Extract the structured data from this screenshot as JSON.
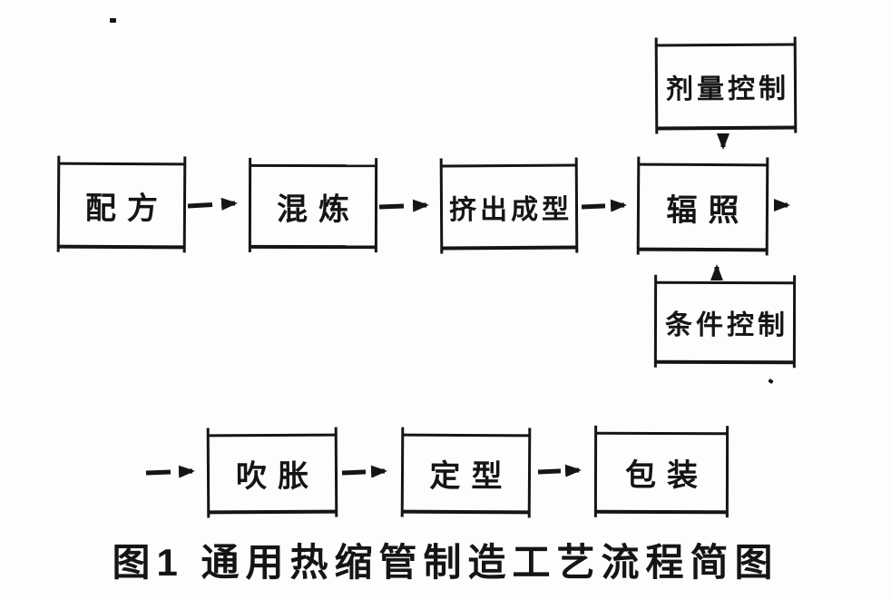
{
  "colors": {
    "ink": "#151515",
    "paper": "#fdfdfd"
  },
  "caption": "图1 通用热缩管制造工艺流程简图",
  "flow": {
    "steps": {
      "formula": "配方",
      "mixing": "混炼",
      "extrusion": "挤出成型",
      "irradiation": "辐照",
      "inflation": "吹胀",
      "shaping": "定型",
      "packaging": "包装"
    },
    "controls": {
      "dose": "剂量控制",
      "condition": "条件控制"
    }
  }
}
